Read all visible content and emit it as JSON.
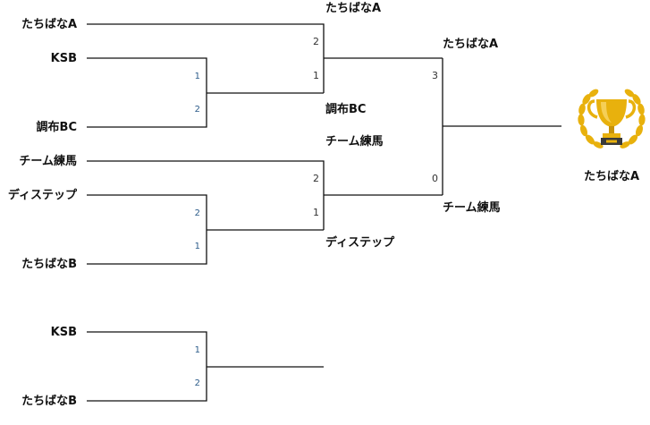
{
  "round1": {
    "top": {
      "team_a": "たちばなA",
      "match1": {
        "team_a": "KSB",
        "score_a": "1",
        "team_b": "調布BC",
        "score_b": "2"
      },
      "score_a": "2",
      "score_b": "1",
      "winner": "たちばなA",
      "loser": "調布BC"
    },
    "bottom": {
      "team_a": "チーム練馬",
      "match1": {
        "team_a": "ディステップ",
        "score_a": "2",
        "team_b": "たちばなB",
        "score_b": "1"
      },
      "score_a": "2",
      "score_b": "1",
      "winner": "チーム練馬",
      "loser": "ディステップ"
    }
  },
  "final": {
    "score_top": "3",
    "score_bottom": "0",
    "winner": "たちばなA",
    "loser": "チーム練馬"
  },
  "champion": {
    "name": "たちばなA",
    "icon": "trophy-icon",
    "colors": {
      "gold": "#e8b10d",
      "gold_dark": "#c6920a"
    }
  },
  "extra_match": {
    "team_a": "KSB",
    "score_a": "1",
    "team_b": "たちばなB",
    "score_b": "2"
  }
}
